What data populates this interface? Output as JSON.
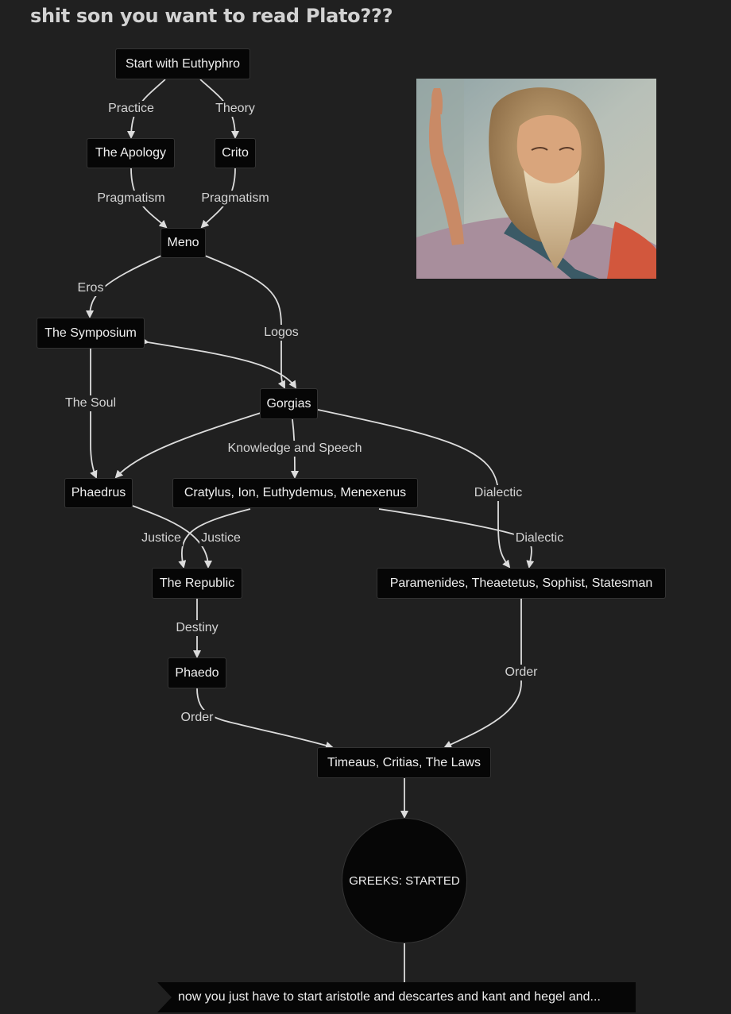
{
  "title": "shit son you want to read Plato???",
  "nodes": {
    "euthyphro": "Start with Euthyphro",
    "apology": "The Apology",
    "crito": "Crito",
    "meno": "Meno",
    "symposium": "The Symposium",
    "gorgias": "Gorgias",
    "phaedrus": "Phaedrus",
    "cratylus": "Cratylus, Ion, Euthydemus, Menexenus",
    "republic": "The Republic",
    "paramenides": "Paramenides, Theaetetus, Sophist, Statesman",
    "phaedo": "Phaedo",
    "timeaus": "Timeaus, Critias, The Laws",
    "greeks": "GREEKS: STARTED",
    "flag": "now you just have to start aristotle and descartes and kant and hegel and..."
  },
  "edges": {
    "practice": "Practice",
    "theory": "Theory",
    "pragmatism_left": "Pragmatism",
    "pragmatism_right": "Pragmatism",
    "eros": "Eros",
    "logos": "Logos",
    "the_soul": "The Soul",
    "knowledge_speech": "Knowledge and Speech",
    "dialectic_upper": "Dialectic",
    "justice_left": "Justice",
    "justice_right": "Justice",
    "dialectic_lower": "Dialectic",
    "destiny": "Destiny",
    "order_left": "Order",
    "order_right": "Order"
  },
  "colors": {
    "background": "#202020",
    "node_fill": "#060606",
    "edge": "#dcdcdc"
  },
  "image": {
    "subject": "portrait-of-plato"
  }
}
